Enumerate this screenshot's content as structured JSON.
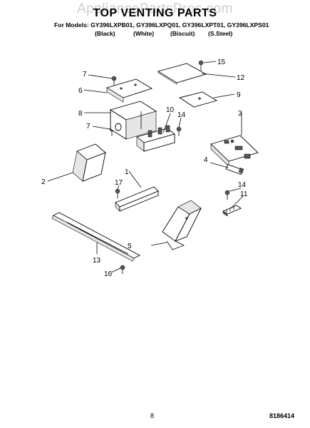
{
  "watermark": "AppliancePartsPros.com",
  "title": "TOP VENTING PARTS",
  "models_line": "For Models: GY396LXPB01, GY396LXPQ01, GY396LXPT01, GY396LXPS01",
  "finishes": [
    "(Black)",
    "(White)",
    "(Biscuit)",
    "(S.Steel)"
  ],
  "part_labels": [
    "1",
    "2",
    "3",
    "4",
    "5",
    "6",
    "7",
    "7",
    "8",
    "9",
    "10",
    "11",
    "12",
    "13",
    "14",
    "14",
    "15",
    "16",
    "17"
  ],
  "page_number": "8",
  "document_number": "8186414"
}
